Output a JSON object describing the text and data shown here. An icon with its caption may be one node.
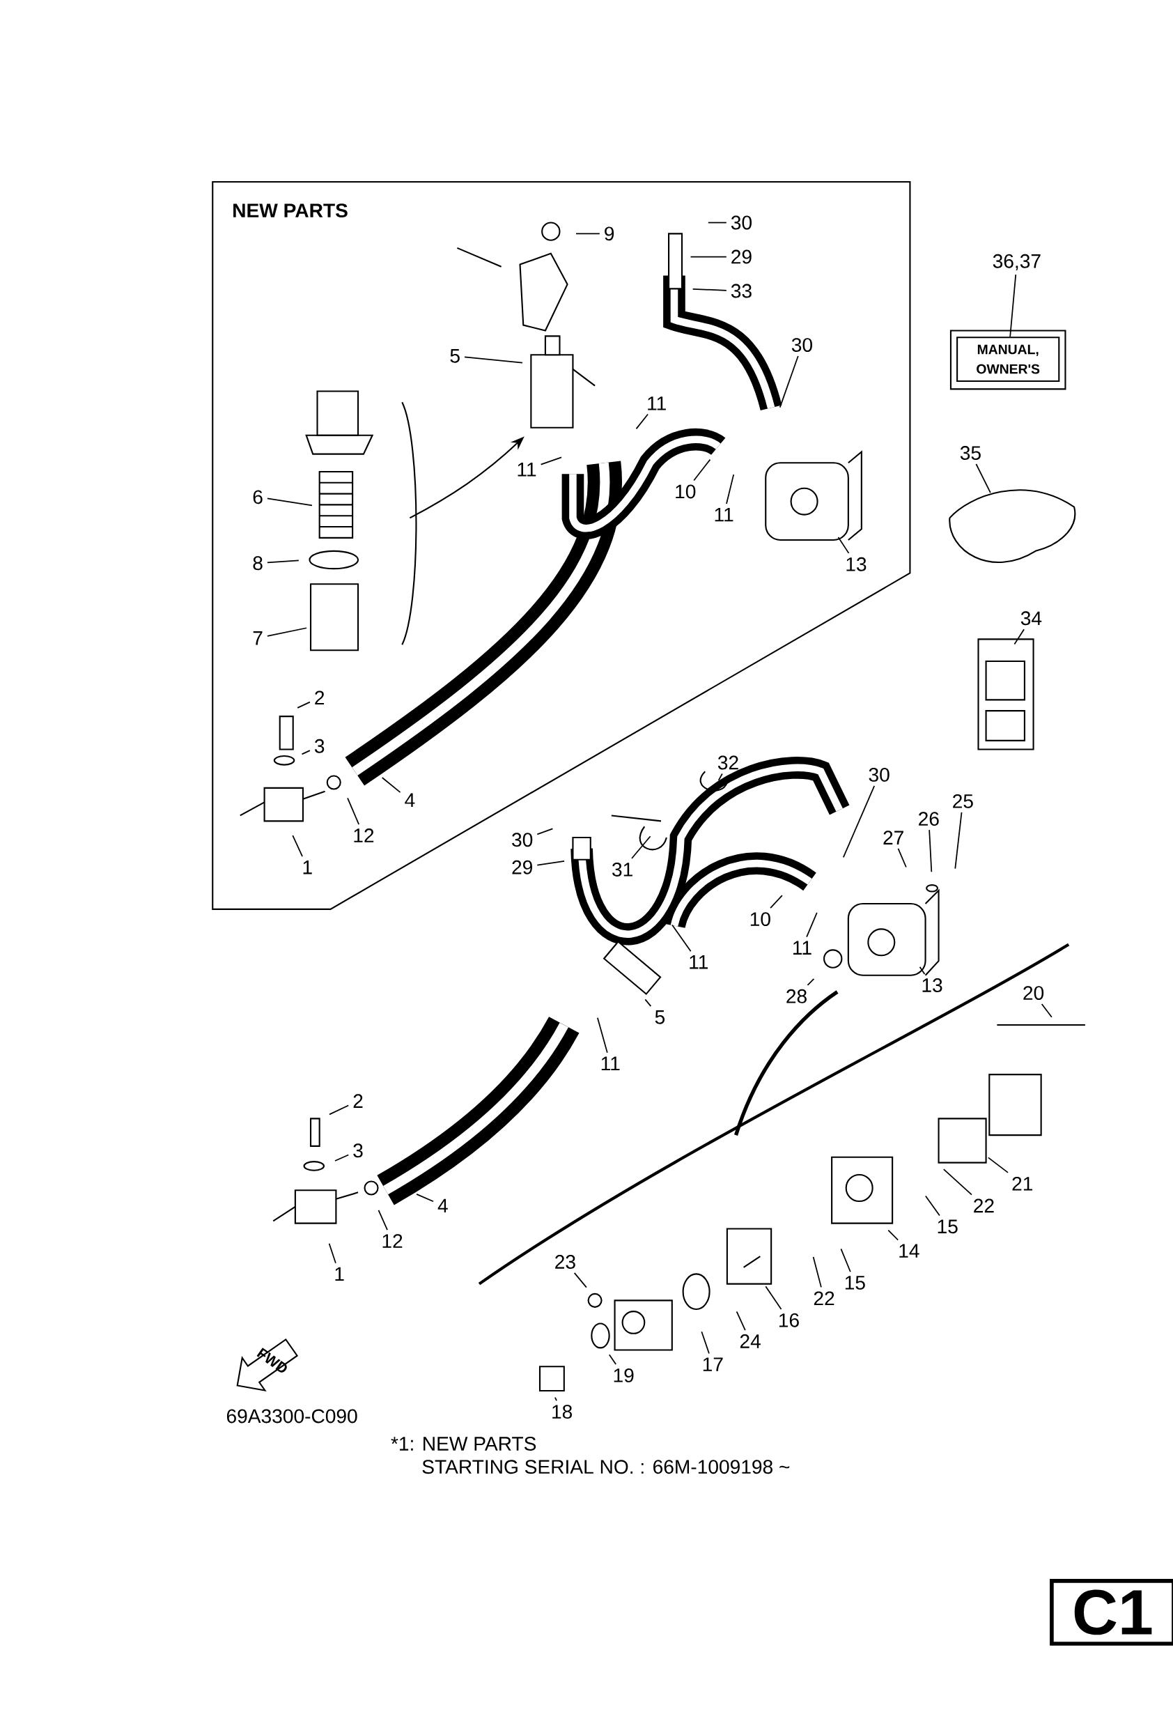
{
  "diagram": {
    "nodes": [
      {
        "text": [
          "NEW PARTS"
        ]
      },
      {
        "text": [
          "9"
        ],
        "in": 0
      },
      {
        "text": [
          "30"
        ],
        "in": 0
      },
      {
        "text": [
          "29"
        ],
        "in": 0
      },
      {
        "text": [
          "33"
        ],
        "in": 0
      },
      {
        "text": [
          "5"
        ],
        "in": 0
      },
      {
        "text": [
          "30"
        ],
        "in": 0
      },
      {
        "text": [
          "11"
        ],
        "in": 0
      },
      {
        "text": [
          "11"
        ],
        "in": 0
      },
      {
        "text": [
          "10"
        ],
        "in": 0
      },
      {
        "text": [
          "11"
        ],
        "in": 0
      },
      {
        "text": [
          "13"
        ],
        "in": 0
      },
      {
        "text": [
          "6"
        ],
        "in": 0
      },
      {
        "text": [
          "8"
        ],
        "in": 0
      },
      {
        "text": [
          "7"
        ],
        "in": 0
      },
      {
        "text": [
          "2"
        ],
        "in": 0
      },
      {
        "text": [
          "3"
        ],
        "in": 0
      },
      {
        "text": [
          "4"
        ],
        "in": 0
      },
      {
        "text": [
          "12"
        ],
        "in": 0
      },
      {
        "text": [
          "1"
        ],
        "in": 0
      },
      {
        "text": [
          "36,37"
        ]
      },
      {
        "text": [
          "MANUAL, OWNER'S"
        ]
      },
      {
        "text": [
          "35"
        ]
      },
      {
        "text": [
          "34"
        ]
      },
      {
        "text": [
          "32"
        ]
      },
      {
        "text": [
          "30"
        ]
      },
      {
        "text": [
          "25"
        ]
      },
      {
        "text": [
          "26"
        ]
      },
      {
        "text": [
          "27"
        ]
      },
      {
        "text": [
          "30"
        ]
      },
      {
        "text": [
          "29"
        ]
      },
      {
        "text": [
          "31"
        ]
      },
      {
        "text": [
          "10"
        ]
      },
      {
        "text": [
          "11"
        ]
      },
      {
        "text": [
          "11"
        ]
      },
      {
        "text": [
          "13"
        ]
      },
      {
        "text": [
          "28"
        ]
      },
      {
        "text": [
          "5"
        ]
      },
      {
        "text": [
          "11"
        ]
      },
      {
        "text": [
          "20"
        ]
      },
      {
        "text": [
          "2"
        ]
      },
      {
        "text": [
          "3"
        ]
      },
      {
        "text": [
          "4"
        ]
      },
      {
        "text": [
          "12"
        ]
      },
      {
        "text": [
          "1"
        ]
      },
      {
        "text": [
          "21"
        ]
      },
      {
        "text": [
          "22"
        ]
      },
      {
        "text": [
          "15"
        ]
      },
      {
        "text": [
          "14"
        ]
      },
      {
        "text": [
          "15"
        ]
      },
      {
        "text": [
          "22"
        ]
      },
      {
        "text": [
          "16"
        ]
      },
      {
        "text": [
          "24"
        ]
      },
      {
        "text": [
          "23"
        ]
      },
      {
        "text": [
          "17"
        ]
      },
      {
        "text": [
          "19"
        ]
      },
      {
        "text": [
          "18"
        ]
      },
      {
        "text": [
          "C1"
        ]
      }
    ],
    "edges": [
      {
        "from": 1,
        "to": null,
        "arrow": "none"
      },
      {
        "from": 2,
        "to": null,
        "arrow": "none"
      },
      {
        "from": 3,
        "to": null,
        "arrow": "none"
      },
      {
        "from": 4,
        "to": null,
        "arrow": "none"
      },
      {
        "from": 5,
        "to": null,
        "arrow": "none"
      },
      {
        "from": 6,
        "to": null,
        "arrow": "none"
      },
      {
        "from": 7,
        "to": null,
        "arrow": "none"
      },
      {
        "from": 8,
        "to": null,
        "arrow": "none"
      },
      {
        "from": 9,
        "to": null,
        "arrow": "none"
      },
      {
        "from": 10,
        "to": null,
        "arrow": "none"
      },
      {
        "from": 11,
        "to": null,
        "arrow": "none"
      },
      {
        "from": 12,
        "to": null,
        "arrow": "none"
      },
      {
        "from": 13,
        "to": null,
        "arrow": "none"
      },
      {
        "from": 14,
        "to": null,
        "arrow": "none"
      },
      {
        "from": 15,
        "to": null,
        "arrow": "none"
      },
      {
        "from": 16,
        "to": null,
        "arrow": "none"
      },
      {
        "from": 17,
        "to": null,
        "arrow": "none"
      },
      {
        "from": 18,
        "to": null,
        "arrow": "none"
      },
      {
        "from": 19,
        "to": null,
        "arrow": "none"
      },
      {
        "from": 20,
        "to": 21,
        "arrow": "none"
      },
      {
        "from": 22,
        "to": null,
        "arrow": "none"
      },
      {
        "from": 23,
        "to": null,
        "arrow": "none"
      },
      {
        "from": 24,
        "to": null,
        "arrow": "none"
      },
      {
        "from": 25,
        "to": null,
        "arrow": "none"
      },
      {
        "from": 26,
        "to": null,
        "arrow": "none"
      },
      {
        "from": 27,
        "to": null,
        "arrow": "none"
      },
      {
        "from": 28,
        "to": null,
        "arrow": "none"
      },
      {
        "from": 29,
        "to": null,
        "arrow": "none"
      },
      {
        "from": 30,
        "to": null,
        "arrow": "none"
      },
      {
        "from": 31,
        "to": null,
        "arrow": "none"
      },
      {
        "from": 32,
        "to": null,
        "arrow": "none"
      },
      {
        "from": 33,
        "to": null,
        "arrow": "none"
      },
      {
        "from": 34,
        "to": null,
        "arrow": "none"
      },
      {
        "from": 35,
        "to": null,
        "arrow": "none"
      },
      {
        "from": 36,
        "to": null,
        "arrow": "none"
      },
      {
        "from": 37,
        "to": null,
        "arrow": "none"
      },
      {
        "from": 38,
        "to": null,
        "arrow": "none"
      },
      {
        "from": 39,
        "to": null,
        "arrow": "none"
      },
      {
        "from": 40,
        "to": null,
        "arrow": "none"
      },
      {
        "from": 41,
        "to": null,
        "arrow": "none"
      },
      {
        "from": 42,
        "to": null,
        "arrow": "none"
      },
      {
        "from": 43,
        "to": null,
        "arrow": "none"
      },
      {
        "from": 44,
        "to": null,
        "arrow": "none"
      },
      {
        "from": 45,
        "to": null,
        "arrow": "none"
      },
      {
        "from": 46,
        "to": null,
        "arrow": "none"
      },
      {
        "from": 47,
        "to": null,
        "arrow": "none"
      },
      {
        "from": 48,
        "to": null,
        "arrow": "none"
      },
      {
        "from": 49,
        "to": null,
        "arrow": "none"
      },
      {
        "from": 50,
        "to": null,
        "arrow": "none"
      },
      {
        "from": 51,
        "to": null,
        "arrow": "none"
      },
      {
        "from": 52,
        "to": null,
        "arrow": "none"
      },
      {
        "from": 53,
        "to": null,
        "arrow": "none"
      },
      {
        "from": 54,
        "to": null,
        "arrow": "none"
      },
      {
        "from": 55,
        "to": null,
        "arrow": "none"
      },
      {
        "from": 56,
        "to": null,
        "arrow": "none"
      }
    ],
    "labels": [
      "FWD",
      "69A3300-C090",
      "*1: NEW PARTS",
      "STARTING SERIAL NO. : 66M-1009198 ~"
    ]
  }
}
